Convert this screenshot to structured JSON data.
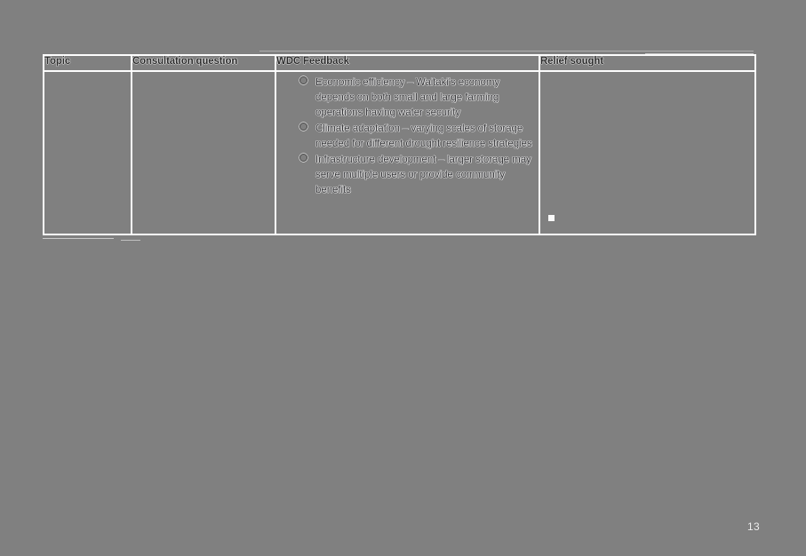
{
  "page": {
    "background_color": "#808080",
    "page_number": "13"
  },
  "table": {
    "columns": [
      {
        "key": "topic",
        "header": "Topic"
      },
      {
        "key": "question",
        "header": "Consultation question"
      },
      {
        "key": "feedback",
        "header": "WDC Feedback"
      },
      {
        "key": "relief",
        "header": "Relief sought"
      }
    ],
    "rows": [
      {
        "topic": "",
        "question": "",
        "feedback_bullets": [
          "Economic efficiency – Waitaki's economy depends on both small and large farming operations having water security",
          "Climate adaptation – varying scales of storage needed for different drought resilience strategies",
          "Infrastructure development – larger storage may serve multiple users or provide community benefits"
        ],
        "relief": ""
      }
    ]
  },
  "style": {
    "border_color": "#fdfdfd",
    "header_fill": "#8d8d8d",
    "text_color": "#37373a",
    "bullet_icon": "hollow-circle-bullet"
  }
}
